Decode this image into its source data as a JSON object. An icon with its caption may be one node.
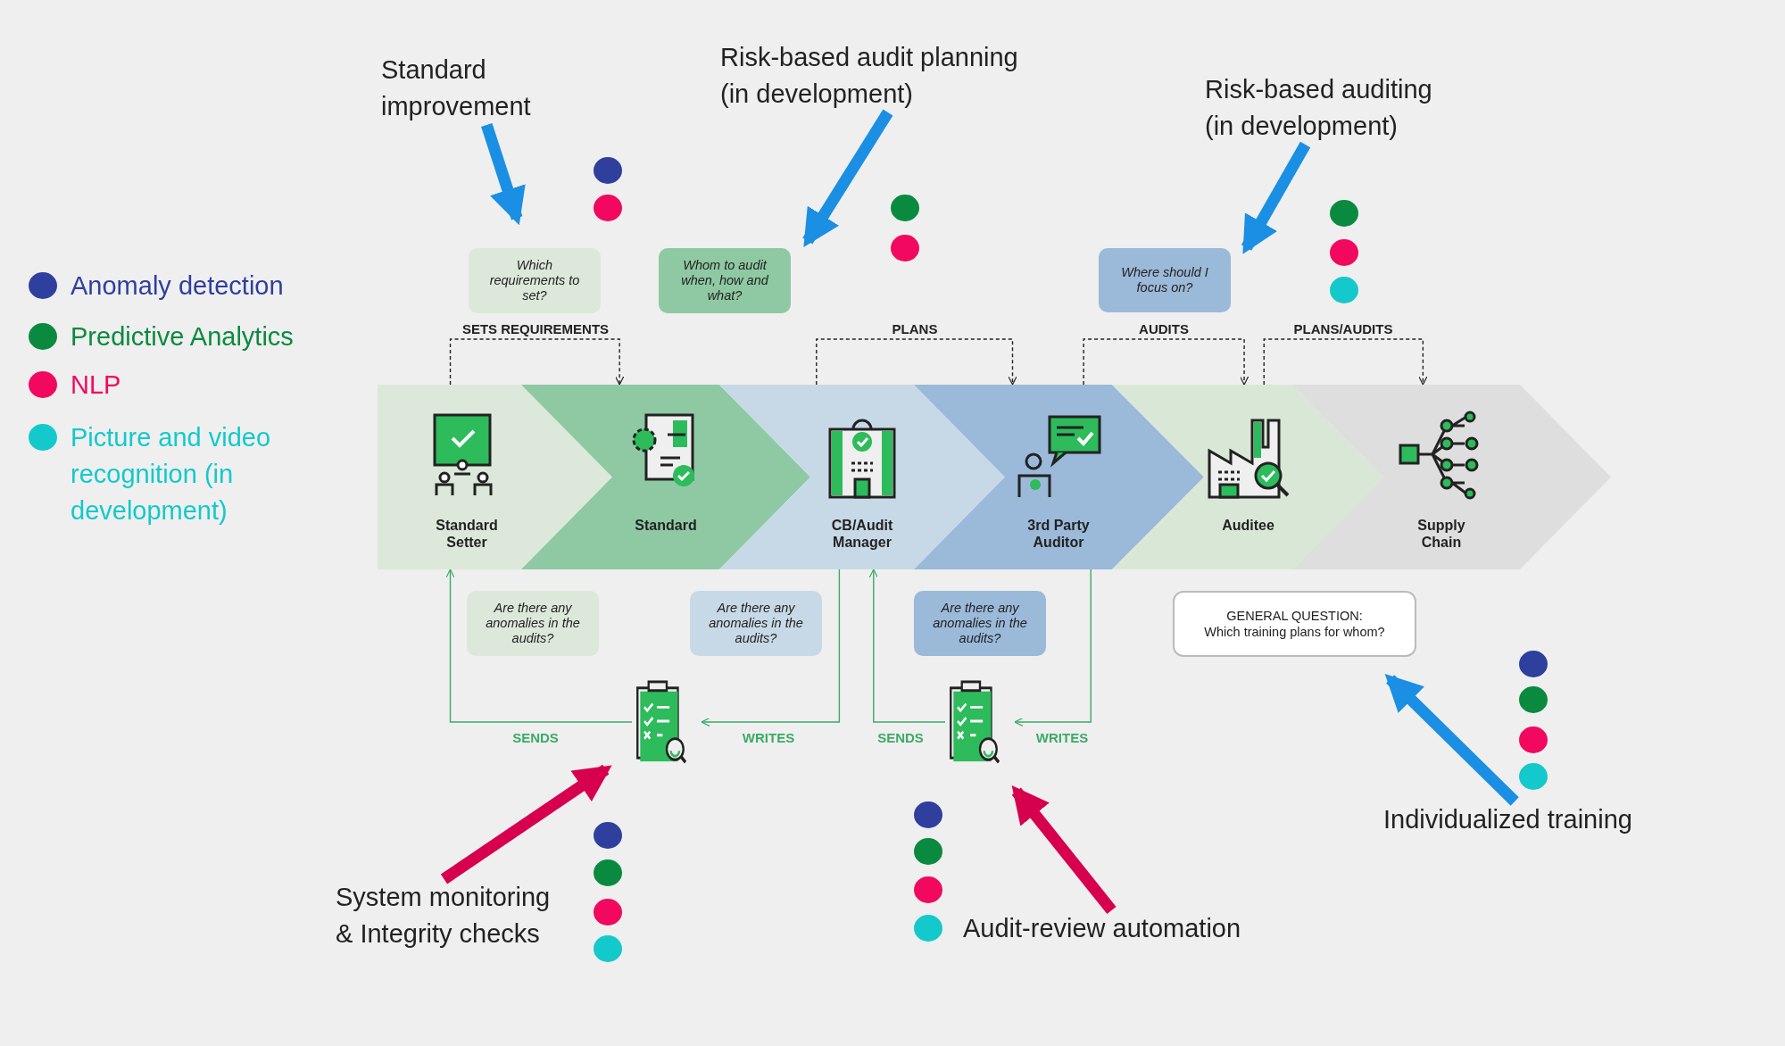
{
  "diagram": {
    "nodes": [
      {
        "text": [
          "Standard improvement"
        ]
      },
      {
        "text": [
          "Risk-based audit planning (in development)"
        ]
      },
      {
        "text": [
          "Risk-based auditing (in development)"
        ]
      },
      {
        "text": [
          "Which requirements to set?"
        ]
      },
      {
        "text": [
          "Whom to audit when, how and what?"
        ]
      },
      {
        "text": [
          "Where should I focus on?"
        ]
      },
      {
        "text": [
          "Standard Setter"
        ]
      },
      {
        "text": [
          "Standard"
        ]
      },
      {
        "text": [
          "CB/Audit Manager"
        ]
      },
      {
        "text": [
          "3rd Party Auditor"
        ]
      },
      {
        "text": [
          "Auditee"
        ]
      },
      {
        "text": [
          "Supply Chain"
        ]
      },
      {
        "text": [
          "Are there any anomalies in the audits?"
        ]
      },
      {
        "text": [
          "Are there any anomalies in the audits?"
        ]
      },
      {
        "text": [
          "Are there any anomalies in the audits?"
        ]
      },
      {
        "text": [
          "GENERAL QUESTION:",
          "Which training plans for whom?"
        ]
      },
      {
        "text": [],
        "shape": "picture"
      },
      {
        "text": [],
        "shape": "picture"
      },
      {
        "text": [
          "System monitoring & Integrity checks"
        ]
      },
      {
        "text": [
          "Audit-review automation"
        ]
      },
      {
        "text": [
          "Individualized training"
        ]
      },
      {
        "text": [],
        "shape": "circle"
      },
      {
        "text": [],
        "shape": "circle"
      },
      {
        "text": [],
        "shape": "circle"
      },
      {
        "text": [],
        "shape": "circle"
      },
      {
        "text": [],
        "shape": "circle"
      },
      {
        "text": [],
        "shape": "circle"
      },
      {
        "text": [],
        "shape": "circle"
      },
      {
        "text": [],
        "shape": "circle"
      },
      {
        "text": [],
        "shape": "circle"
      },
      {
        "text": [],
        "shape": "circle"
      },
      {
        "text": [],
        "shape": "circle"
      },
      {
        "text": [],
        "shape": "circle"
      },
      {
        "text": [],
        "shape": "circle"
      },
      {
        "text": [],
        "shape": "circle"
      },
      {
        "text": [],
        "shape": "circle"
      },
      {
        "text": [],
        "shape": "circle"
      },
      {
        "text": [],
        "shape": "circle"
      },
      {
        "text": [],
        "shape": "circle"
      },
      {
        "text": [],
        "shape": "circle"
      }
    ],
    "edges": [
      {
        "from": 0,
        "to": 3,
        "arrow": "to",
        "style": "thick",
        "color": "#1a8fe3"
      },
      {
        "from": 1,
        "to": 4,
        "arrow": "to",
        "style": "thick",
        "color": "#1a8fe3"
      },
      {
        "from": 2,
        "to": 5,
        "arrow": "to",
        "style": "thick",
        "color": "#1a8fe3"
      },
      {
        "from": 6,
        "to": 7,
        "arrow": "to",
        "label": "SETS REQUIREMENTS",
        "style": "dashed",
        "color": "#222222"
      },
      {
        "from": 8,
        "to": 9,
        "arrow": "to",
        "label": "PLANS",
        "style": "dashed",
        "color": "#222222"
      },
      {
        "from": 9,
        "to": 10,
        "arrow": "to",
        "label": "AUDITS",
        "style": "dashed",
        "color": "#222222"
      },
      {
        "from": 10,
        "to": 11,
        "arrow": "to",
        "label": "PLANS/AUDITS",
        "style": "dashed",
        "color": "#222222"
      },
      {
        "from": 8,
        "to": 16,
        "arrow": "to",
        "label": "WRITES",
        "color": "#3daa66"
      },
      {
        "from": 16,
        "to": 6,
        "arrow": "to",
        "label": "SENDS",
        "color": "#3daa66"
      },
      {
        "from": 9,
        "to": 17,
        "arrow": "to",
        "label": "WRITES",
        "color": "#3daa66"
      },
      {
        "from": 17,
        "to": 8,
        "arrow": "to",
        "label": "SENDS",
        "color": "#3daa66"
      },
      {
        "from": 18,
        "to": 16,
        "arrow": "to",
        "style": "thick",
        "color": "#d6004f"
      },
      {
        "from": 19,
        "to": 17,
        "arrow": "to",
        "style": "thick",
        "color": "#d6004f"
      },
      {
        "from": 20,
        "to": 15,
        "arrow": "to",
        "style": "thick",
        "color": "#1a8fe3"
      }
    ],
    "legend": [
      {
        "text": "Anomaly detection",
        "color": "#2e3f9e"
      },
      {
        "text": "Predictive Analytics",
        "color": "#0a8a3f"
      },
      {
        "text": "NLP",
        "color": "#f2085f"
      },
      {
        "text": "Picture and video recognition (in development)",
        "color": "#14c9cc"
      }
    ]
  }
}
